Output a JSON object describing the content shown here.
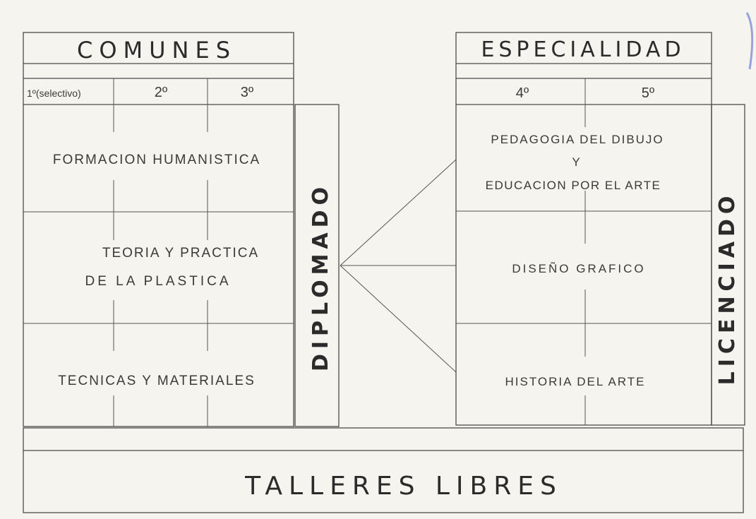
{
  "comunes": {
    "title": "COMUNES",
    "years": [
      "1º(selectivo)",
      "2º",
      "3º"
    ],
    "subjects": [
      [
        "FORMACION HUMANISTICA"
      ],
      [
        "TEORIA Y PRACTICA",
        "DE LA PLASTICA"
      ],
      [
        "TECNICAS Y MATERIALES"
      ]
    ]
  },
  "diplomado": "DIPLOMADO",
  "especialidad": {
    "title": "ESPECIALIDAD",
    "years": [
      "4º",
      "5º"
    ],
    "subjects": [
      [
        "PEDAGOGIA DEL DIBUJO",
        "Y",
        "EDUCACION POR EL ARTE"
      ],
      [
        "DISEÑO GRAFICO"
      ],
      [
        "HISTORIA DEL ARTE"
      ]
    ]
  },
  "licenciado": "LICENCIADO",
  "talleres": "TALLERES LIBRES"
}
